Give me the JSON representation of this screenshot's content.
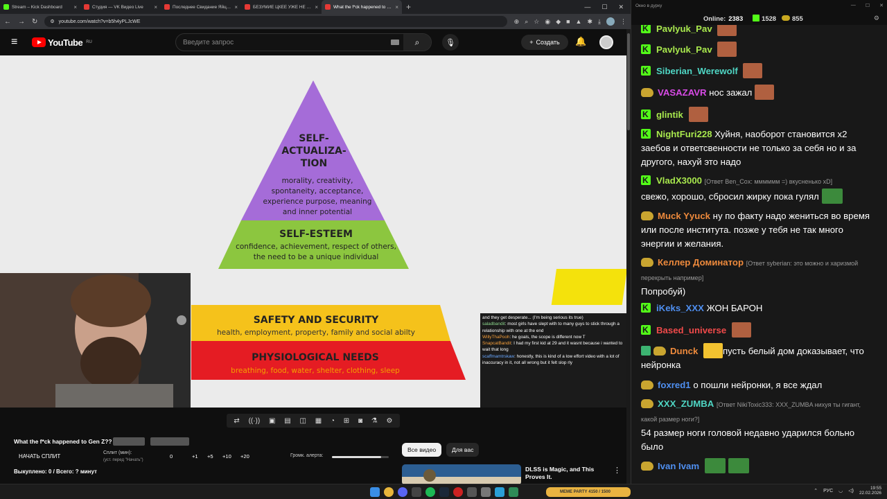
{
  "browser": {
    "tabs": [
      {
        "label": "Stream – Kick Dashboard",
        "color": "#53fc18"
      },
      {
        "label": "Студия — VK Видео Live",
        "color": "#e53935"
      },
      {
        "label": "Последнее Свидание Яйцесла",
        "color": "#e53935"
      },
      {
        "label": "БЕЗУМИЕ ЦКЕЕ УЖЕ НЕ ОСТА",
        "color": "#e53935"
      },
      {
        "label": "What the f*ck happened to Ge",
        "color": "#e53935"
      }
    ],
    "url": "youtube.com/watch?v=b5h4yPLJcWE"
  },
  "youtube": {
    "logo": "YouTube",
    "region": "RU",
    "search_placeholder": "Введите запрос",
    "create_label": "Создать"
  },
  "pyramid": {
    "top_title_lines": [
      "SELF-",
      "ACTUALIZA-",
      "TION"
    ],
    "top_desc_lines": [
      "morality, creativity,",
      "spontaneity, acceptance,",
      "experience purpose, meaning",
      "and inner potential"
    ],
    "esteem_title": "SELF-ESTEEM",
    "esteem_desc_lines": [
      "confidence, achievement, respect of others,",
      "the need to be a unique individual"
    ],
    "safety_title": "SAFETY AND SECURITY",
    "safety_desc": "health, employment, property, family and social abilty",
    "phys_title": "PHYSIOLOGICAL NEEDS",
    "phys_desc": "breathing, food, water, shelter, clothing, sleep"
  },
  "video_chat": [
    {
      "user": "",
      "text": "and they get desperate... (I'm being serious its true)",
      "cls": ""
    },
    {
      "user": "saladbandit",
      "text": "most girls have slept with to many guys to stick through a relationship with one at the end",
      "cls": ""
    },
    {
      "user": "WillyThaPooh",
      "text": "he goals, the scope is different now T",
      "cls": "o"
    },
    {
      "user": "SnapcatBandit",
      "text": "I had my first kid at 29 and it wasnt because i wanted to wait that long",
      "cls": "o"
    },
    {
      "user": "scaffmamtrskaw",
      "text": "honestly, this is kind of a low effort video with a lot of inaccuracy in it, not all wrong but it felt slop rly",
      "cls": "b"
    }
  ],
  "stream_panel": {
    "title": "What the f*ck happened to Gen Z??",
    "start_split": "НАЧАТЬ СПЛИТ",
    "split_label": "Сплит (мин):",
    "split_hint": "(уст. перед \"Начать\")",
    "split_values": [
      "0",
      "+1",
      "+5",
      "+10",
      "+20"
    ],
    "alert_label": "Громк. алерта:",
    "alert_volume": 0.86,
    "bought": "Выкуплено: 0 / Всего: ? минут"
  },
  "recommend": {
    "all_videos": "Все видео",
    "for_you": "Для вас",
    "video_title": "DLSS is Magic, and This Proves It."
  },
  "chat": {
    "window_title": "Окно в дурку",
    "online_label": "Online:",
    "online_count": "2383",
    "kick_count": "1528",
    "gold_count": "855",
    "messages": [
      {
        "badge": "k",
        "name": "Pavlyuk_Pav",
        "color": "#a8e84d",
        "reply": "",
        "text": "",
        "emote": "face"
      },
      {
        "badge": "k",
        "name": "Pavlyuk_Pav",
        "color": "#a8e84d",
        "reply": "",
        "text": "",
        "emote": "face"
      },
      {
        "badge": "k",
        "name": "Siberian_Werewolf",
        "color": "#4fd6c4",
        "reply": "",
        "text": "",
        "emote": "face"
      },
      {
        "badge": "g",
        "name": "VASAZAVR",
        "color": "#d84ae6",
        "reply": "",
        "text": "нос зажал",
        "emote": "face"
      },
      {
        "badge": "k",
        "name": "glintik",
        "color": "#a8e84d",
        "reply": "",
        "text": "",
        "emote": "face"
      },
      {
        "badge": "k",
        "name": "NightFuri228",
        "color": "#a8e84d",
        "reply": "",
        "text": "Хуйня, наоборот становится х2 заебов и ответсвенности не только за себя но и за другого, нахуй это надо",
        "emote": ""
      },
      {
        "badge": "k",
        "name": "VladX3000",
        "color": "#a8e84d",
        "reply": "[Ответ Ben_Cox: мммммм =) вкусненько xD]",
        "text": "свежо, хорошо, сбросил жирку пока гулял",
        "emote": "pepe"
      },
      {
        "badge": "g",
        "name": "Muck Yyuck",
        "color": "#ee8a3c",
        "reply": "",
        "text": "ну по факту надо жениться во время или после института. позже у тебя не так много энергии и желания.",
        "emote": ""
      },
      {
        "badge": "g",
        "name": "Келлер Доминатор",
        "color": "#ee8a3c",
        "reply": "[Ответ syberian: это можно и харизмой перекрыть например]",
        "text": "Попробуй)",
        "emote": ""
      },
      {
        "badge": "k",
        "name": "iKeks_XXX",
        "color": "#4f8ff0",
        "reply": "",
        "text": "ЖОН БАРОН",
        "emote": ""
      },
      {
        "badge": "k",
        "name": "Based_universe",
        "color": "#f04a4a",
        "reply": "",
        "text": "",
        "emote": "face"
      },
      {
        "badge": "cg",
        "name": "Dunck",
        "color": "#ee8a3c",
        "reply": "",
        "text": "пусть белый дом доказывает, что нейронка",
        "emote": "yel"
      },
      {
        "badge": "g",
        "name": "foxred1",
        "color": "#4f8ff0",
        "reply": "",
        "text": "о пошли нейронки, я все ждал",
        "emote": ""
      },
      {
        "badge": "g",
        "name": "XXX_ZUMBA",
        "color": "#4fd6c4",
        "reply": "[Ответ NikiToxic333: XXX_ZUMBA нихуя ты гигант, какой размер ноги?]",
        "text": "54 размер ноги головой недавно ударился больно было",
        "emote": ""
      },
      {
        "badge": "g",
        "name": "Ivan Ivam",
        "color": "#4f8ff0",
        "reply": "",
        "text": "",
        "emote": "pepe2"
      }
    ]
  },
  "taskbar": {
    "meme_label": "MEME PARTY",
    "meme_count": "4150 / 1500",
    "lang": "РУС",
    "time": "19:55",
    "date": "22.02.2026"
  }
}
